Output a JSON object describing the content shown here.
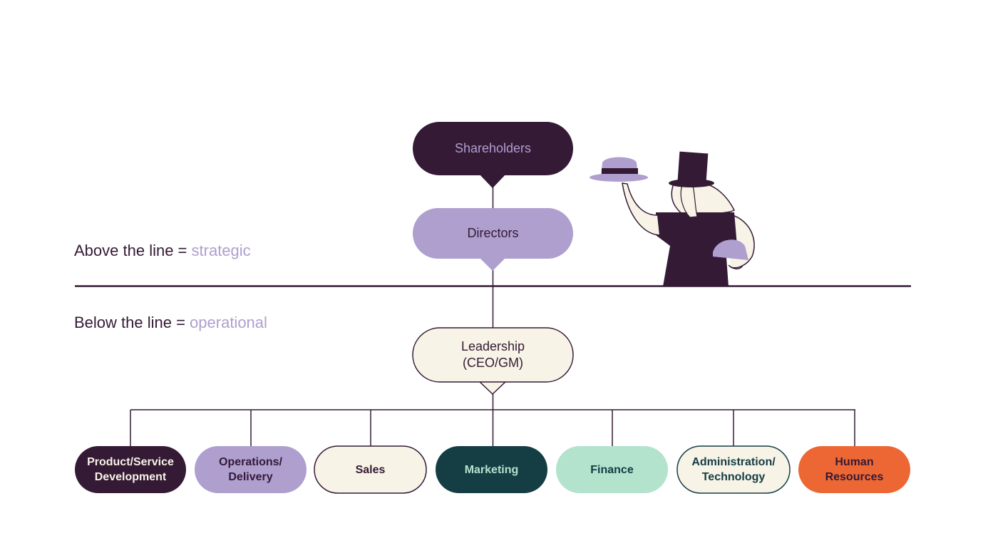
{
  "captions": {
    "above_prefix": "Above the line = ",
    "above_highlight": "strategic",
    "below_prefix": "Below the line = ",
    "below_highlight": "operational"
  },
  "nodes": {
    "shareholders": "Shareholders",
    "directors": "Directors",
    "leadership": "Leadership\n(CEO/GM)"
  },
  "departments": [
    {
      "label": "Product/Service\nDevelopment",
      "color": "#341a35"
    },
    {
      "label": "Operations/\nDelivery",
      "color": "#ae9fcf"
    },
    {
      "label": "Sales",
      "color": "#f7f3e6"
    },
    {
      "label": "Marketing",
      "color": "#153d44"
    },
    {
      "label": "Finance",
      "color": "#b3e2cd"
    },
    {
      "label": "Administration/\nTechnology",
      "color": "#f7f3e6"
    },
    {
      "label": "Human\nResources",
      "color": "#ed6735"
    }
  ],
  "colors": {
    "plum": "#341a35",
    "lavender": "#ae9fcf",
    "cream": "#f7f3e6",
    "teal": "#153d44",
    "mint": "#b3e2cd",
    "orange": "#ed6735"
  },
  "illustration": {
    "icon": "figure-with-top-hat-offering-hats"
  }
}
